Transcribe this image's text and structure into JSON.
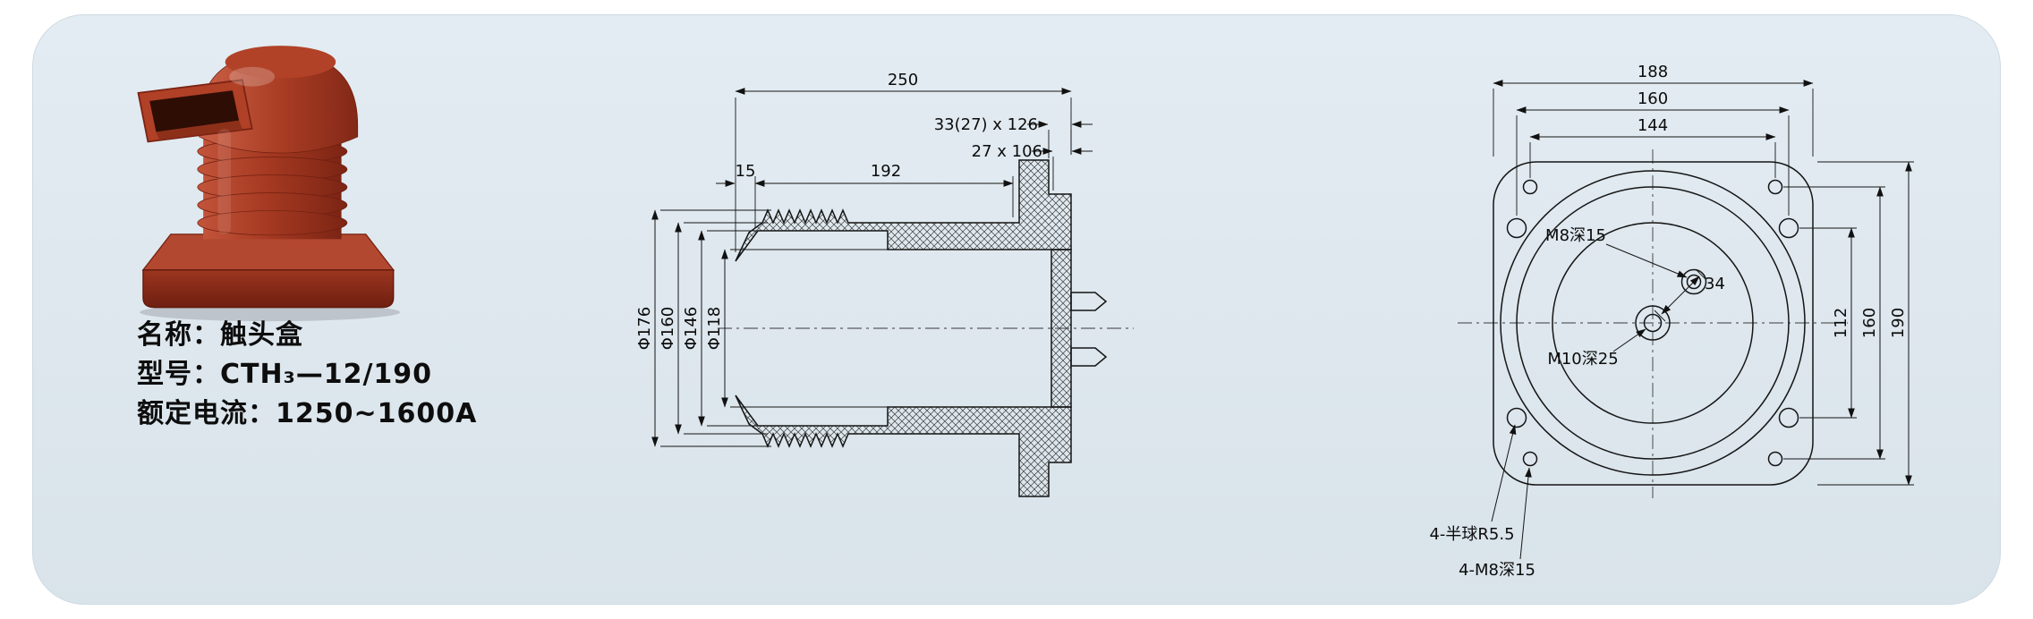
{
  "info": {
    "name": "名称：触头盒",
    "model": "型号：CTH₃—12/190",
    "current": "额定电流：1250~1600A"
  },
  "section": {
    "dim_250": "250",
    "dim_33": "33(27) x 126",
    "dim_27": "27 x 106",
    "dim_15": "15",
    "dim_192": "192",
    "dia_176": "Φ176",
    "dia_160": "Φ160",
    "dia_146": "Φ146",
    "dia_118": "Φ118"
  },
  "front": {
    "dim_188": "188",
    "dim_160_top": "160",
    "dim_144": "144",
    "dim_34": "34",
    "dim_112": "112",
    "dim_160_right": "160",
    "dim_190": "190",
    "label_m8": "M8深15",
    "label_m10": "M10深25",
    "label_hemisphere": "4-半球R5.5",
    "label_m8_4": "4-M8深15"
  },
  "colors": {
    "product_red": "#a63a22",
    "panel_blue": "#dde7ee",
    "line": "#111111"
  }
}
